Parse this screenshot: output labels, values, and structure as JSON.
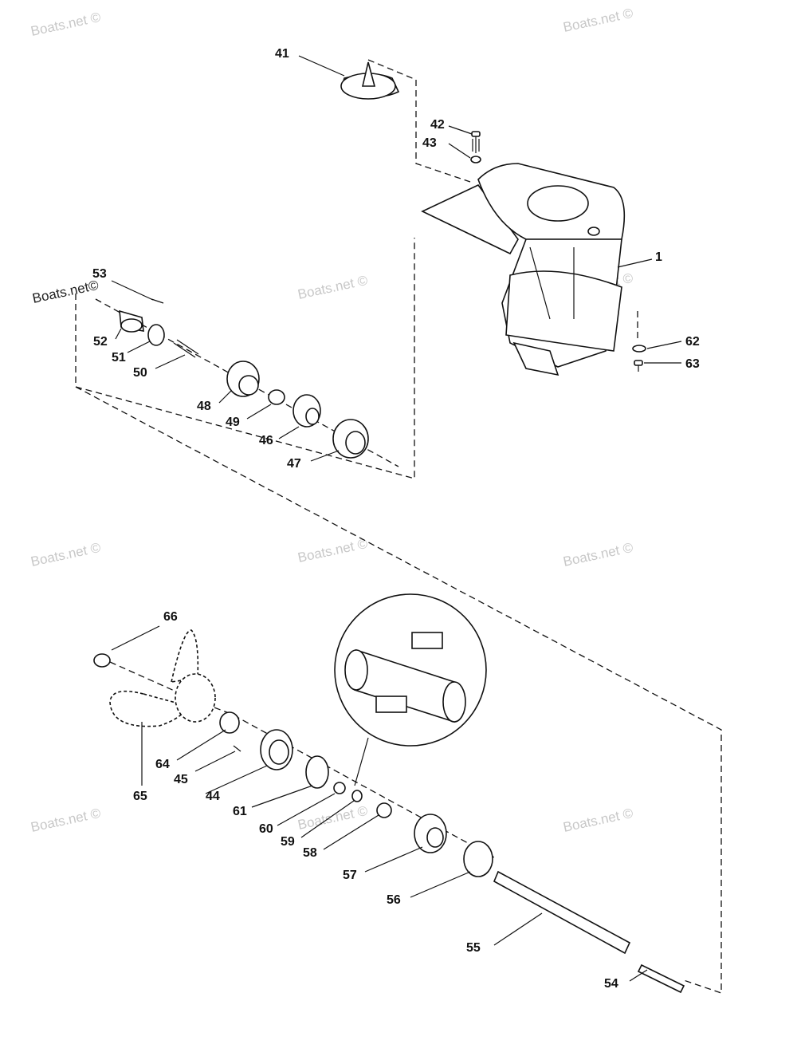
{
  "diagram": {
    "watermark_text": "Boats.net ©",
    "watermark_corner_text": "Boats.net©",
    "callouts": {
      "c1": "1",
      "c41": "41",
      "c42": "42",
      "c43": "43",
      "c44": "44",
      "c45": "45",
      "c46": "46",
      "c47": "47",
      "c48": "48",
      "c49": "49",
      "c50": "50",
      "c51": "51",
      "c52": "52",
      "c53": "53",
      "c54": "54",
      "c55": "55",
      "c56": "56",
      "c57": "57",
      "c58": "58",
      "c59": "59",
      "c60": "60",
      "c61": "61",
      "c62": "62",
      "c63a": "63",
      "c64": "64",
      "c65": "65",
      "c66": "66"
    }
  }
}
